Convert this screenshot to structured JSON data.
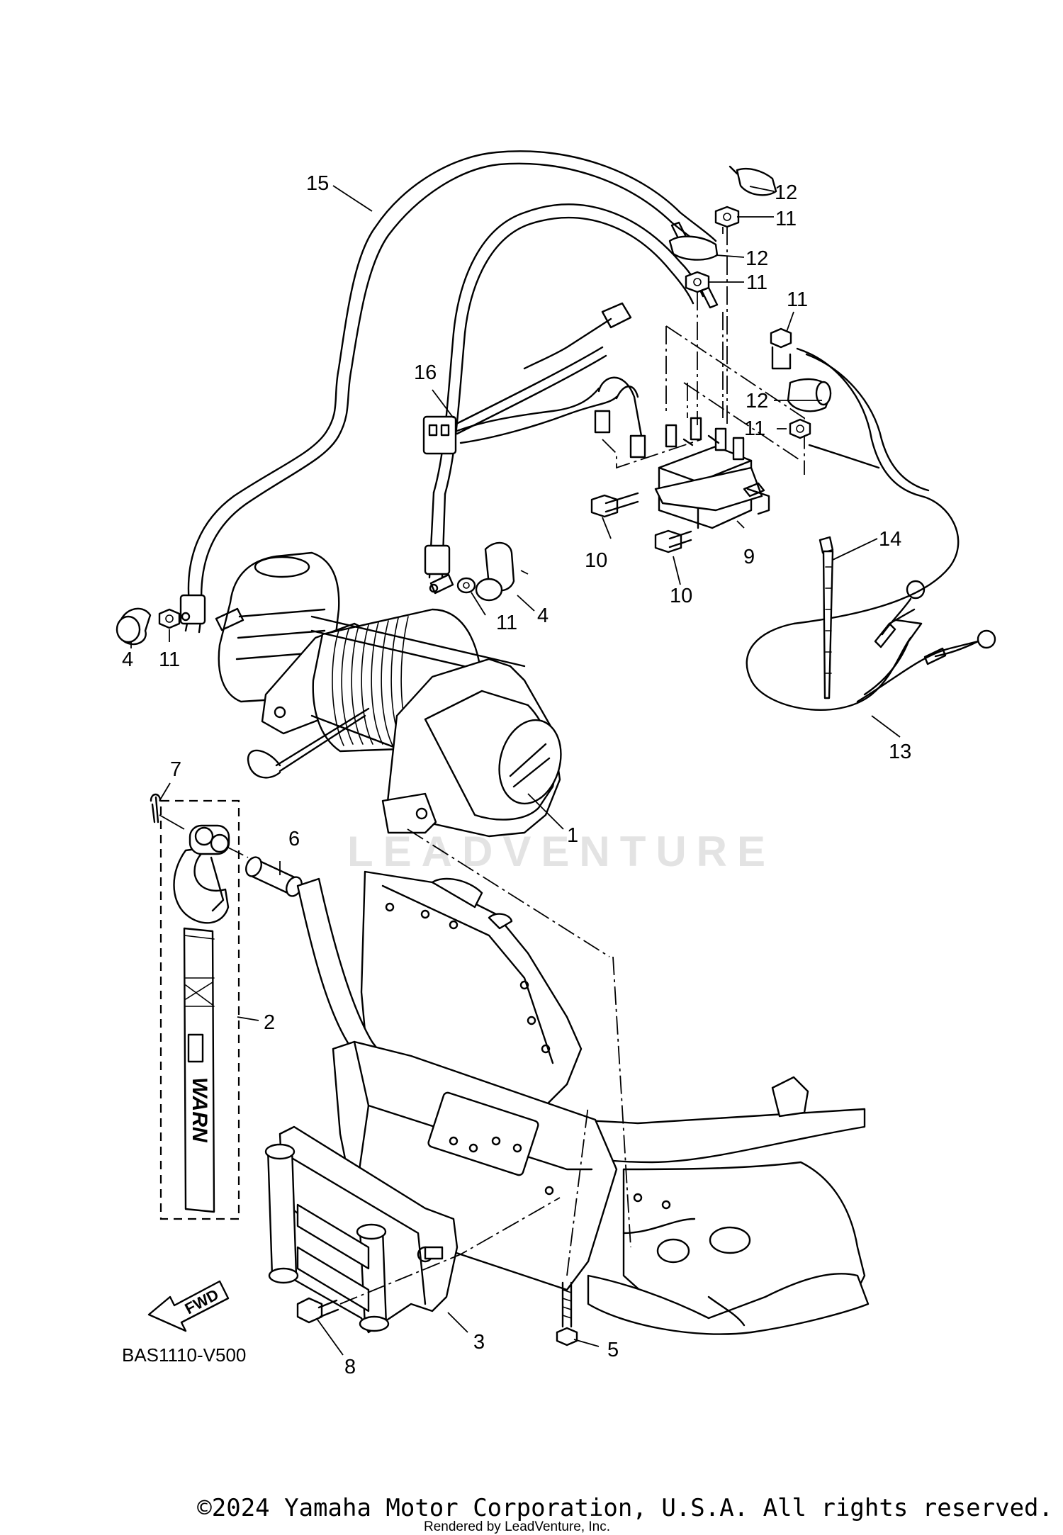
{
  "diagram": {
    "code": "BAS1110-V500",
    "watermark": "LEADVENTURE",
    "direction_label": "FWD",
    "strap_brand": "WARN",
    "callouts": {
      "c1": "1",
      "c2": "2",
      "c3": "3",
      "c4a": "4",
      "c4b": "4",
      "c5": "5",
      "c6": "6",
      "c7": "7",
      "c8": "8",
      "c9": "9",
      "c10a": "10",
      "c10b": "10",
      "c11a": "11",
      "c11b": "11",
      "c11c": "11",
      "c11d": "11",
      "c11e": "11",
      "c11f": "11",
      "c12a": "12",
      "c12b": "12",
      "c12c": "12",
      "c13": "13",
      "c14": "14",
      "c15": "15",
      "c16": "16"
    }
  },
  "footer": {
    "copyright": "©2024 Yamaha Motor Corporation, U.S.A. All rights reserved.",
    "rendered_by": "Rendered by LeadVenture, Inc."
  }
}
